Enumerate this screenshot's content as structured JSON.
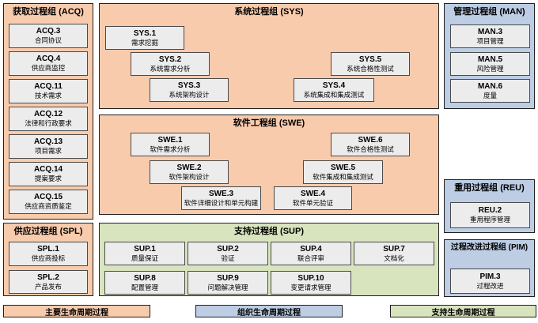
{
  "groups": {
    "acq": {
      "title": "获取过程组 (ACQ)",
      "lifecycle": "primary",
      "processes": [
        {
          "code": "ACQ.3",
          "name": "合同协议"
        },
        {
          "code": "ACQ.4",
          "name": "供应商监控"
        },
        {
          "code": "ACQ.11",
          "name": "技术需求"
        },
        {
          "code": "ACQ.12",
          "name": "法律和行政要求"
        },
        {
          "code": "ACQ.13",
          "name": "项目需求"
        },
        {
          "code": "ACQ.14",
          "name": "提案要求"
        },
        {
          "code": "ACQ.15",
          "name": "供应商资质鉴定"
        }
      ]
    },
    "spl": {
      "title": "供应过程组 (SPL)",
      "lifecycle": "primary",
      "processes": [
        {
          "code": "SPL.1",
          "name": "供应商投标"
        },
        {
          "code": "SPL.2",
          "name": "产品发布"
        }
      ]
    },
    "sys": {
      "title": "系统过程组 (SYS)",
      "lifecycle": "primary",
      "processes": [
        {
          "code": "SYS.1",
          "name": "需求挖掘"
        },
        {
          "code": "SYS.2",
          "name": "系统需求分析"
        },
        {
          "code": "SYS.3",
          "name": "系统架构设计"
        },
        {
          "code": "SYS.4",
          "name": "系统集成和集成测试"
        },
        {
          "code": "SYS.5",
          "name": "系统合格性测试"
        }
      ]
    },
    "swe": {
      "title": "软件工程组 (SWE)",
      "lifecycle": "primary",
      "processes": [
        {
          "code": "SWE.1",
          "name": "软件需求分析"
        },
        {
          "code": "SWE.2",
          "name": "软件架构设计"
        },
        {
          "code": "SWE.3",
          "name": "软件详细设计和单元构建"
        },
        {
          "code": "SWE.4",
          "name": "软件单元验证"
        },
        {
          "code": "SWE.5",
          "name": "软件集成和集成测试"
        },
        {
          "code": "SWE.6",
          "name": "软件合格性测试"
        }
      ]
    },
    "sup": {
      "title": "支持过程组 (SUP)",
      "lifecycle": "supporting",
      "processes": [
        {
          "code": "SUP.1",
          "name": "质量保证"
        },
        {
          "code": "SUP.2",
          "name": "验证"
        },
        {
          "code": "SUP.4",
          "name": "联合评审"
        },
        {
          "code": "SUP.7",
          "name": "文档化"
        },
        {
          "code": "SUP.8",
          "name": "配置管理"
        },
        {
          "code": "SUP.9",
          "name": "问题解决管理"
        },
        {
          "code": "SUP.10",
          "name": "变更请求管理"
        }
      ]
    },
    "man": {
      "title": "管理过程组 (MAN)",
      "lifecycle": "organizational",
      "processes": [
        {
          "code": "MAN.3",
          "name": "项目管理"
        },
        {
          "code": "MAN.5",
          "name": "风险管理"
        },
        {
          "code": "MAN.6",
          "name": "度量"
        }
      ]
    },
    "reu": {
      "title": "重用过程组 (REU)",
      "lifecycle": "organizational",
      "processes": [
        {
          "code": "REU.2",
          "name": "重用程序管理"
        }
      ]
    },
    "pim": {
      "title": "过程改进过程组 (PIM)",
      "lifecycle": "organizational",
      "processes": [
        {
          "code": "PIM.3",
          "name": "过程改进"
        }
      ]
    }
  },
  "legend": [
    {
      "label": "主要生命周期过程",
      "color": "#F8CBAD"
    },
    {
      "label": "组织生命周期过程",
      "color": "#BCCDE4"
    },
    {
      "label": "支持生命周期过程",
      "color": "#D8E4BE"
    }
  ],
  "colors": {
    "primary_lifecycle": "#F8CBAD",
    "organizational_lifecycle": "#BCCDE4",
    "supporting_lifecycle": "#D8E4BE",
    "process_box_fill": "#ECECEC",
    "process_box_border": "#4a4a4a",
    "panel_border": "#1f1f1f"
  }
}
